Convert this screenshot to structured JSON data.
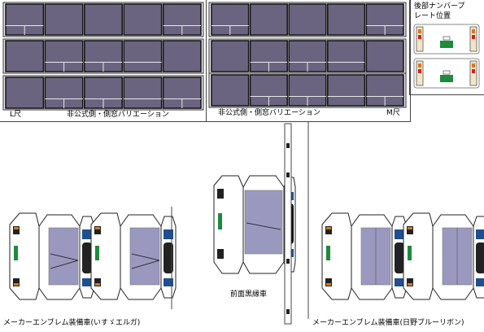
{
  "sheet_left": {
    "size_label": "L尺",
    "caption": "非公式側・側窓バリエーション"
  },
  "sheet_right": {
    "size_label": "M尺",
    "caption": "非公式側・側窓バリエーション"
  },
  "rear_plate": {
    "title_line1": "後部ナンバープ",
    "title_line2": "レート位置"
  },
  "captions": {
    "isuzu": "メーカーエンブレム装備車(いすゞエルガ)",
    "black_front": "前面黒縁車",
    "hino": "メーカーエンブレム装備車(日野ブルーリボン)"
  },
  "colors": {
    "window": "#6b6480",
    "window_frame": "#111111",
    "glass": "#9b98c0",
    "bumper": "#d9d9d9",
    "lamp_orange": "#d9781a",
    "lamp_red": "#cc2222",
    "plate_green": "#1e8a3c",
    "sign_blue": "#1f4f8f"
  },
  "icons": {
    "window_panel": "window-strip-icon",
    "bus_front": "bus-front-icon",
    "rear_plate": "rear-plate-icon"
  }
}
